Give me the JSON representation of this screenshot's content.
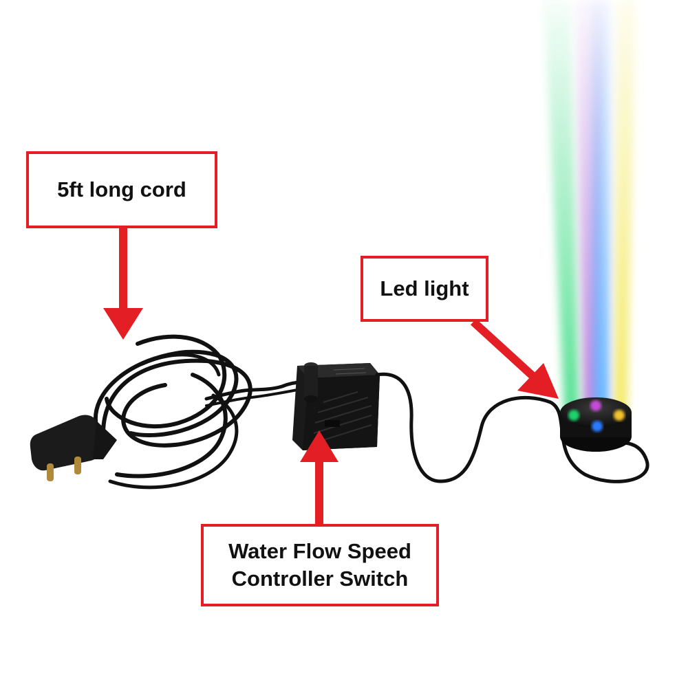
{
  "labels": {
    "cord": "5ft long cord",
    "led": "Led light",
    "flow_line1": "Water Flow Speed",
    "flow_line2": "Controller Switch"
  },
  "colors": {
    "arrow": "#e31e24",
    "box_border": "#e31e24",
    "cable": "#111111",
    "pump_body": "#1a1a1a",
    "beam_green": "#3ddc84",
    "beam_purple": "#b066d6",
    "beam_blue": "#4aa8ff",
    "beam_yellow": "#f2e85a"
  },
  "icons": [
    "power-plug-icon",
    "pump-icon",
    "led-light-icon"
  ]
}
